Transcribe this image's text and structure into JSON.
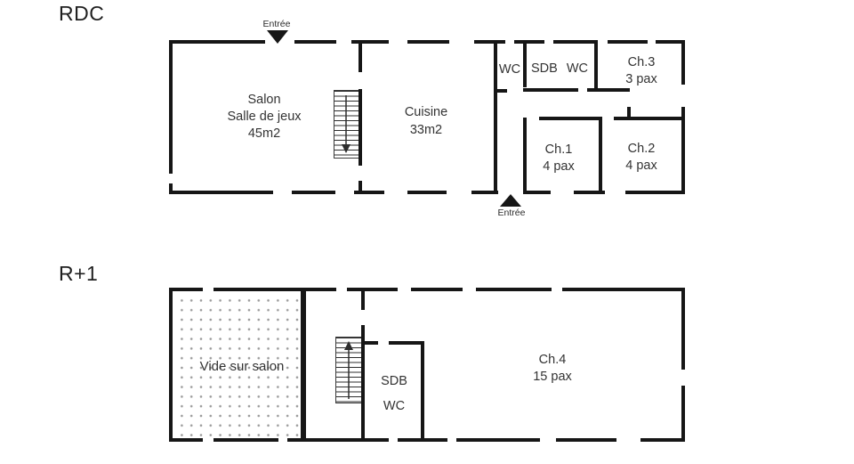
{
  "colors": {
    "wall": "#161616",
    "text": "#333333",
    "dots": "#9a9a9a",
    "background": "#ffffff"
  },
  "rdc": {
    "title": "RDC",
    "entrance_top_label": "Entrée",
    "entrance_bottom_label": "Entrée",
    "salon": {
      "name": "Salon",
      "subname": "Salle de jeux",
      "area": "45m2"
    },
    "cuisine": {
      "name": "Cuisine",
      "area": "33m2"
    },
    "wc_label": "WC",
    "sdb_wc": {
      "sdb": "SDB",
      "wc": "WC"
    },
    "ch3": {
      "name": "Ch.3",
      "capacity": "3 pax"
    },
    "ch1": {
      "name": "Ch.1",
      "capacity": "4 pax"
    },
    "ch2": {
      "name": "Ch.2",
      "capacity": "4 pax"
    }
  },
  "r1": {
    "title": "R+1",
    "vide_label": "Vide sur salon",
    "sdb": {
      "name": "SDB",
      "subname": "WC"
    },
    "ch4": {
      "name": "Ch.4",
      "capacity": "15 pax"
    }
  }
}
